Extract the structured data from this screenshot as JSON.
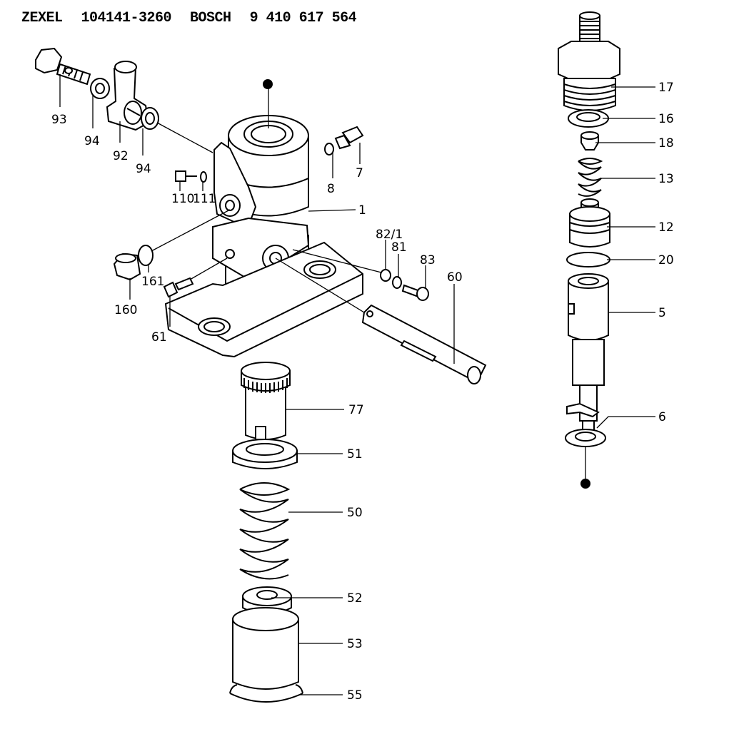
{
  "header": {
    "brand": "ZEXEL",
    "zexel_part_number": "104141-3260",
    "oem_brand": "BOSCH",
    "oem_part_number": "9 410 617 564"
  },
  "part_labels": {
    "p93": "93",
    "p94a": "94",
    "p92": "92",
    "p94b": "94",
    "p8": "8",
    "p7": "7",
    "p110": "110",
    "p111": "111",
    "p1": "1",
    "p160": "160",
    "p161": "161",
    "p61": "61",
    "p82_1": "82/1",
    "p81": "81",
    "p83": "83",
    "p60": "60",
    "p77": "77",
    "p51": "51",
    "p50": "50",
    "p52": "52",
    "p53": "53",
    "p55": "55",
    "p17": "17",
    "p16": "16",
    "p18": "18",
    "p13": "13",
    "p12": "12",
    "p20": "20",
    "p5": "5",
    "p6": "6"
  }
}
